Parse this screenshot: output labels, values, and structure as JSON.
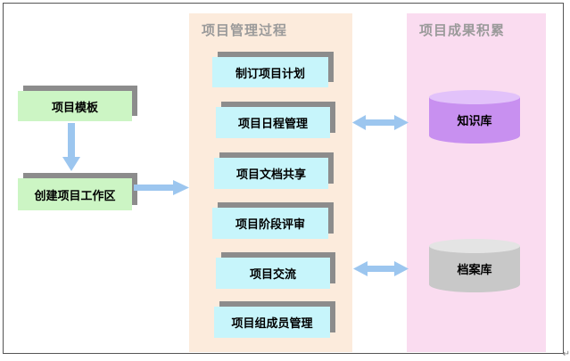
{
  "process_title": "项目管理过程",
  "results_title": "项目成果积累",
  "left_boxes": [
    "项目模板",
    "创建项目工作区"
  ],
  "process_steps": [
    "制订项目计划",
    "项目日程管理",
    "项目文档共享",
    "项目阶段评审",
    "项目交流",
    "项目组成员管理"
  ],
  "stores": [
    "知识库",
    "档案库"
  ],
  "colors": {
    "process_panel": "#fcebdc",
    "results_panel": "#fadcf0",
    "green_box": "#ccf5c4",
    "cyan_box": "#c7f5fb",
    "arrow": "#9cc6ef",
    "knowledge_db": "#c890f0",
    "archive_db": "#c8c8c8"
  }
}
